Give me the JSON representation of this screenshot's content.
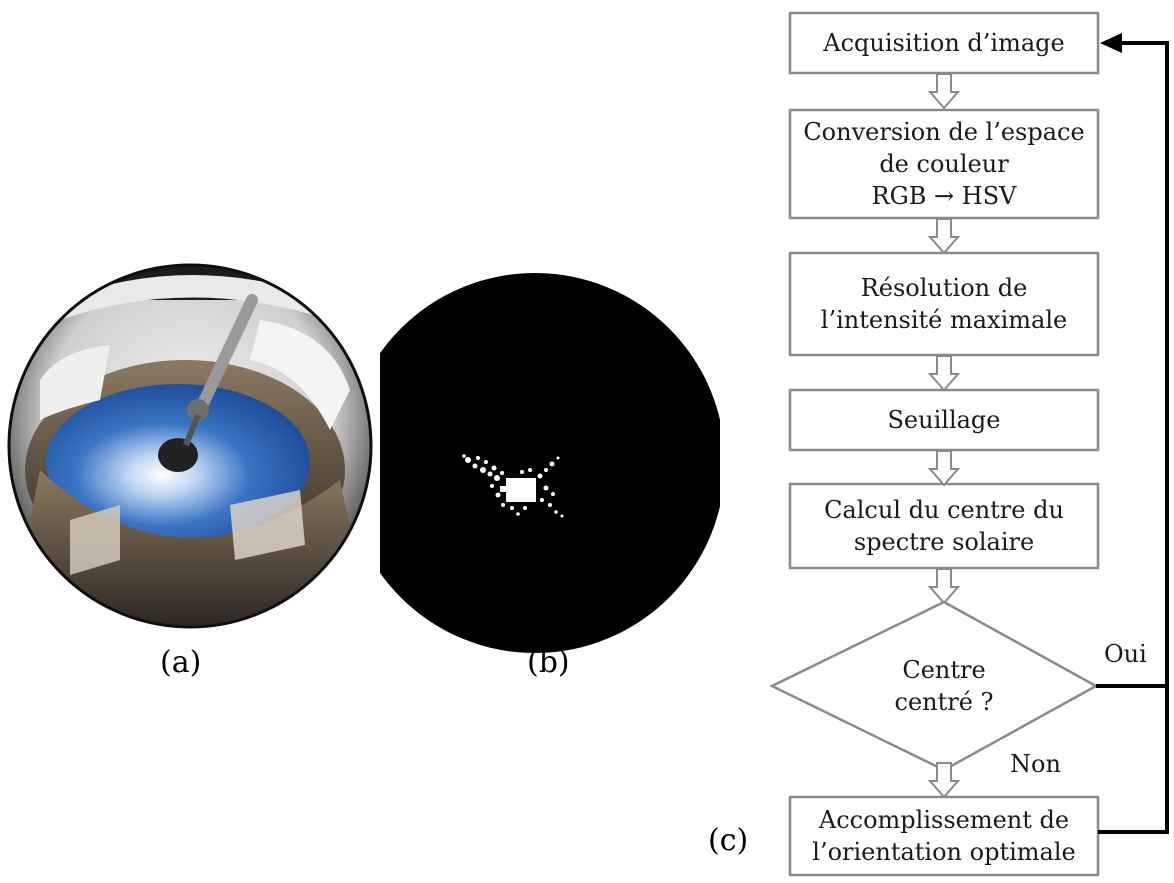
{
  "panels": {
    "a": {
      "label": "(a)"
    },
    "b": {
      "label": "(b)"
    },
    "c": {
      "label": "(c)"
    }
  },
  "flowchart": {
    "steps": [
      {
        "id": "acquisition",
        "lines": [
          "Acquisition d’image"
        ]
      },
      {
        "id": "conversion",
        "lines": [
          "Conversion de l’espace",
          "de couleur",
          "RGB → HSV"
        ]
      },
      {
        "id": "resolution",
        "lines": [
          "Résolution de",
          "l’intensité maximale"
        ]
      },
      {
        "id": "seuillage",
        "lines": [
          "Seuillage"
        ]
      },
      {
        "id": "calcul",
        "lines": [
          "Calcul du centre du",
          "spectre solaire"
        ]
      }
    ],
    "decision": {
      "id": "decision",
      "lines": [
        "Centre",
        "centré ?"
      ],
      "yes_label": "Oui",
      "no_label": "Non"
    },
    "final": {
      "id": "orientation",
      "lines": [
        "Accomplissement de",
        "l’orientation optimale"
      ]
    }
  },
  "colors": {
    "box_border": "#8a8a8a",
    "arrow_stroke": "#8a8a8a",
    "feedback_line": "#000000",
    "sky": "#2d5fae",
    "threshold_bg": "#000000",
    "threshold_fg": "#ffffff"
  }
}
